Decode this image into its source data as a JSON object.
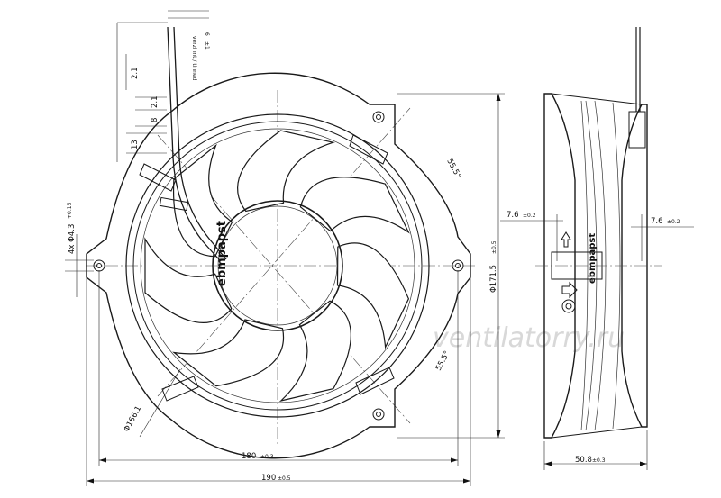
{
  "brand": {
    "front": "ebmpapst",
    "side": "ebmpapst"
  },
  "watermark": "ventilatorry.ru",
  "dimensions": {
    "overall_width": "190",
    "overall_width_tol": "±0.5",
    "hole_spacing": "180",
    "hole_spacing_tol": "±0.3",
    "height": "Φ171.5",
    "height_tol": "±0.5",
    "diameter": "Φ166.1",
    "depth": "50.8",
    "depth_tol": "±0.3",
    "mount_holes": "4x Φ4.3",
    "mount_holes_tol": "+0.15",
    "angle_top": "55.5°",
    "angle_bottom": "55.5°",
    "offset_left": "7.6",
    "offset_left_tol": "±0.2",
    "offset_right": "7.6",
    "offset_right_tol": "±0.2",
    "lead_length": "2.1",
    "lead_a": "2.1",
    "lead_b": "8",
    "lead_c": "13",
    "strip_len": "6",
    "strip_tol": "±1",
    "lead_note": "verzinnt / tinned"
  }
}
